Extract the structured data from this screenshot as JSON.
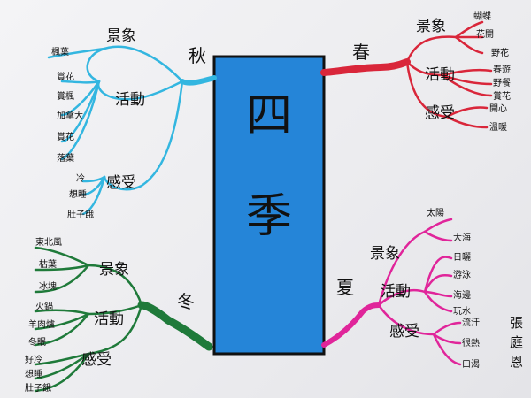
{
  "center": {
    "line1": "四",
    "line2": "季"
  },
  "signature": [
    "張",
    "庭",
    "恩"
  ],
  "seasons": {
    "autumn": {
      "label": "秋",
      "color": "#33b6e0",
      "categories": {
        "scenery": "景象",
        "activity": "活動",
        "feeling": "感受"
      },
      "leaves": {
        "scenery": [
          "楓葉"
        ],
        "activity": [
          "賞花",
          "賞楓",
          "加拿大",
          "賞花",
          "落葉"
        ],
        "feeling": [
          "冷",
          "想睡",
          "肚子餓"
        ]
      }
    },
    "spring": {
      "label": "春",
      "color": "#d9263a",
      "categories": {
        "scenery": "景象",
        "activity": "活動",
        "feeling": "感受"
      },
      "leaves": {
        "scenery": [
          "蝴蝶",
          "花開",
          "野花"
        ],
        "activity": [
          "春遊",
          "野餐",
          "賞花"
        ],
        "feeling": [
          "開心",
          "溫暖"
        ]
      }
    },
    "summer": {
      "label": "夏",
      "color": "#e0259a",
      "categories": {
        "scenery": "景象",
        "activity": "活動",
        "feeling": "感受"
      },
      "leaves": {
        "scenery": [
          "太陽",
          "大海"
        ],
        "activity": [
          "日曬",
          "游泳",
          "海邊",
          "玩水"
        ],
        "feeling": [
          "流汗",
          "很熱",
          "口渴"
        ]
      }
    },
    "winter": {
      "label": "冬",
      "color": "#1f7a3a",
      "categories": {
        "scenery": "景象",
        "activity": "活動",
        "feeling": "感受"
      },
      "leaves": {
        "scenery": [
          "東北風",
          "枯葉",
          "冰塊"
        ],
        "activity": [
          "火鍋",
          "羊肉爐",
          "冬眠"
        ],
        "feeling": [
          "好冷",
          "想睡",
          "肚子餓"
        ]
      }
    }
  }
}
